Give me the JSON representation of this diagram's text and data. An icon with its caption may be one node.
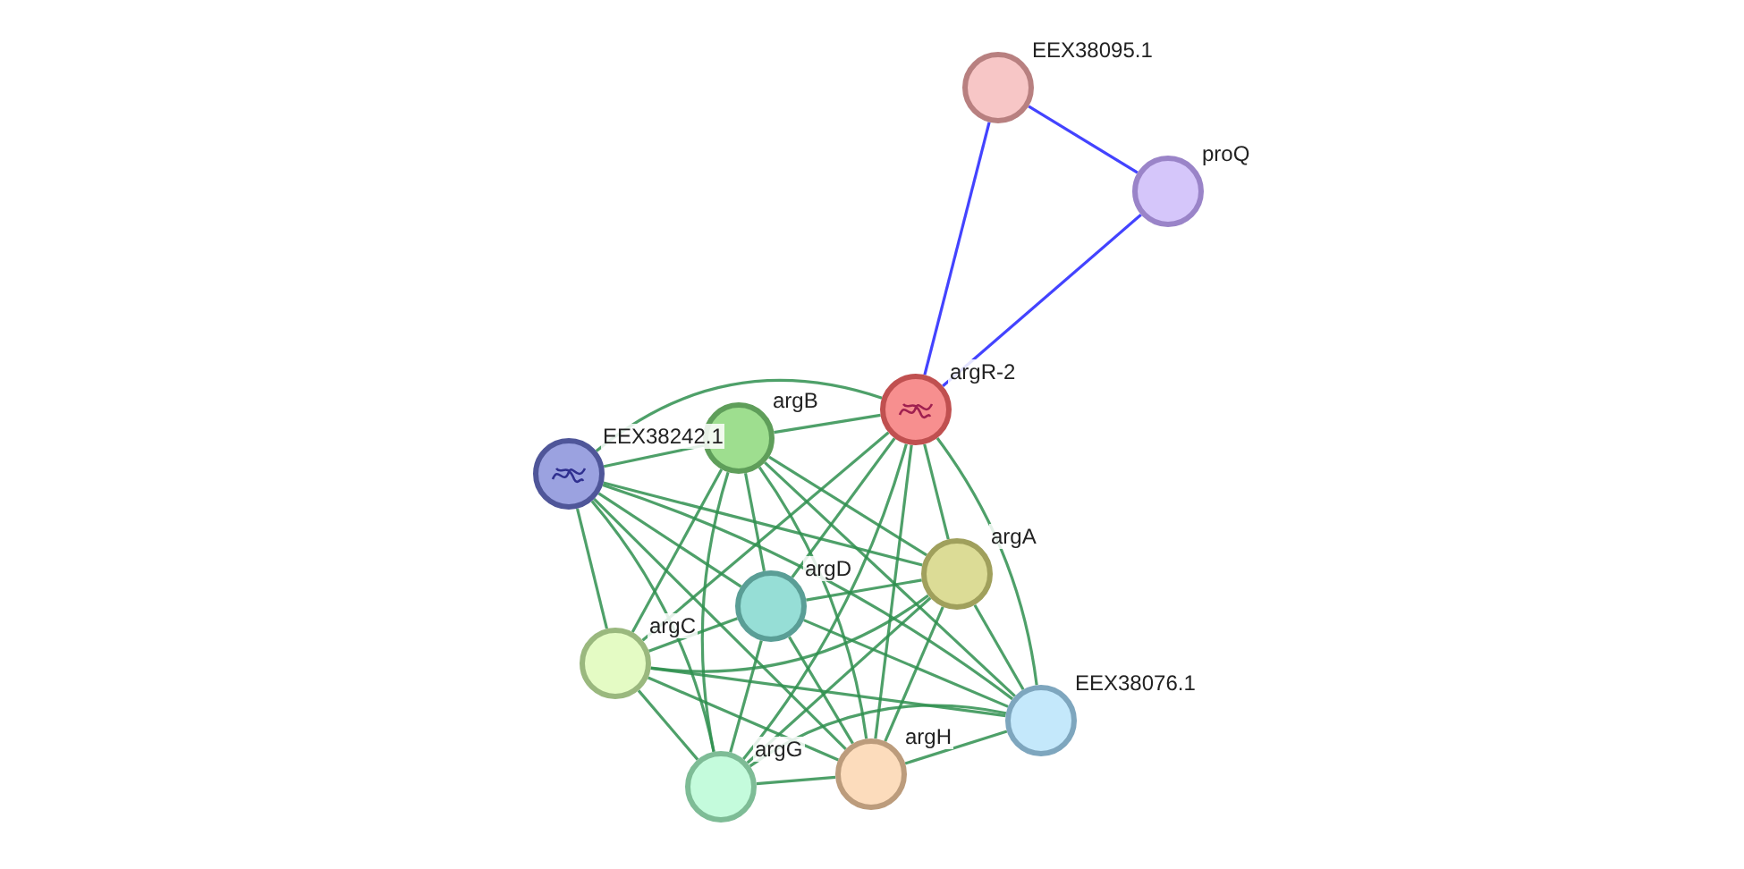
{
  "diagram": {
    "nodes": [
      {
        "text": [],
        "shape": "circle",
        "beside": [
          "EEX38095.1"
        ]
      },
      {
        "text": [],
        "shape": "circle",
        "beside": [
          "proQ"
        ]
      },
      {
        "text": [],
        "shape": "circle",
        "beside": [
          "argR-2"
        ]
      },
      {
        "text": [],
        "shape": "circle",
        "beside": [
          "argB"
        ]
      },
      {
        "text": [],
        "shape": "circle",
        "beside": [
          "EEX38242.1"
        ]
      },
      {
        "text": [],
        "shape": "circle",
        "beside": [
          "argA"
        ]
      },
      {
        "text": [],
        "shape": "circle",
        "beside": [
          "argD"
        ]
      },
      {
        "text": [],
        "shape": "circle",
        "beside": [
          "argC"
        ]
      },
      {
        "text": [],
        "shape": "circle",
        "beside": [
          "EEX38076.1"
        ]
      },
      {
        "text": [],
        "shape": "circle",
        "beside": [
          "argH"
        ]
      },
      {
        "text": [],
        "shape": "circle",
        "beside": [
          "argG"
        ]
      }
    ],
    "edges": [
      {
        "from": 0,
        "to": 1,
        "arrow": "none",
        "color": "#2222ff"
      },
      {
        "from": 0,
        "to": 2,
        "arrow": "none",
        "color": "#2222ff"
      },
      {
        "from": 1,
        "to": 2,
        "arrow": "none",
        "color": "#2222ff"
      },
      {
        "from": 2,
        "to": 3,
        "arrow": "none"
      },
      {
        "from": 2,
        "to": 4,
        "arrow": "none"
      },
      {
        "from": 2,
        "to": 5,
        "arrow": "none"
      },
      {
        "from": 2,
        "to": 6,
        "arrow": "none"
      },
      {
        "from": 2,
        "to": 7,
        "arrow": "none"
      },
      {
        "from": 2,
        "to": 8,
        "arrow": "none"
      },
      {
        "from": 2,
        "to": 9,
        "arrow": "none"
      },
      {
        "from": 2,
        "to": 10,
        "arrow": "none"
      },
      {
        "from": 3,
        "to": 4,
        "arrow": "none"
      },
      {
        "from": 3,
        "to": 5,
        "arrow": "none"
      },
      {
        "from": 3,
        "to": 6,
        "arrow": "none"
      },
      {
        "from": 3,
        "to": 7,
        "arrow": "none"
      },
      {
        "from": 3,
        "to": 8,
        "arrow": "none"
      },
      {
        "from": 3,
        "to": 9,
        "arrow": "none"
      },
      {
        "from": 3,
        "to": 10,
        "arrow": "none"
      },
      {
        "from": 4,
        "to": 5,
        "arrow": "none"
      },
      {
        "from": 4,
        "to": 6,
        "arrow": "none"
      },
      {
        "from": 4,
        "to": 7,
        "arrow": "none"
      },
      {
        "from": 4,
        "to": 8,
        "arrow": "none"
      },
      {
        "from": 4,
        "to": 9,
        "arrow": "none"
      },
      {
        "from": 4,
        "to": 10,
        "arrow": "none"
      },
      {
        "from": 5,
        "to": 6,
        "arrow": "none"
      },
      {
        "from": 5,
        "to": 7,
        "arrow": "none"
      },
      {
        "from": 5,
        "to": 8,
        "arrow": "none"
      },
      {
        "from": 5,
        "to": 9,
        "arrow": "none"
      },
      {
        "from": 5,
        "to": 10,
        "arrow": "none"
      },
      {
        "from": 6,
        "to": 7,
        "arrow": "none"
      },
      {
        "from": 6,
        "to": 8,
        "arrow": "none"
      },
      {
        "from": 6,
        "to": 9,
        "arrow": "none"
      },
      {
        "from": 6,
        "to": 10,
        "arrow": "none"
      },
      {
        "from": 7,
        "to": 8,
        "arrow": "none"
      },
      {
        "from": 7,
        "to": 9,
        "arrow": "none"
      },
      {
        "from": 7,
        "to": 10,
        "arrow": "none"
      },
      {
        "from": 8,
        "to": 9,
        "arrow": "none"
      },
      {
        "from": 8,
        "to": 10,
        "arrow": "none"
      },
      {
        "from": 9,
        "to": 10,
        "arrow": "none"
      }
    ]
  }
}
